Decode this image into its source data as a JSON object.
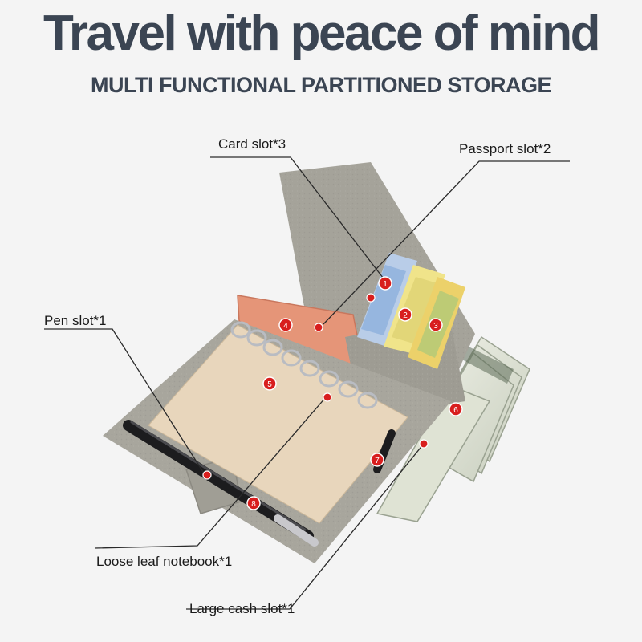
{
  "header": {
    "title": "Travel with peace of mind",
    "subtitle": "MULTI FUNCTIONAL PARTITIONED STORAGE"
  },
  "callouts": {
    "card_slot": "Card slot*3",
    "passport_slot": "Passport slot*2",
    "pen_slot": "Pen slot*1",
    "loose_leaf": "Loose leaf notebook*1",
    "large_cash_slot": "Large cash slot*1"
  },
  "markers": [
    "1",
    "2",
    "3",
    "4",
    "5",
    "6",
    "7",
    "8"
  ],
  "colors": {
    "title": "#3b4553",
    "leather": "#a5a39a",
    "marker": "#d81e1e",
    "paper": "#e8d6bc"
  }
}
